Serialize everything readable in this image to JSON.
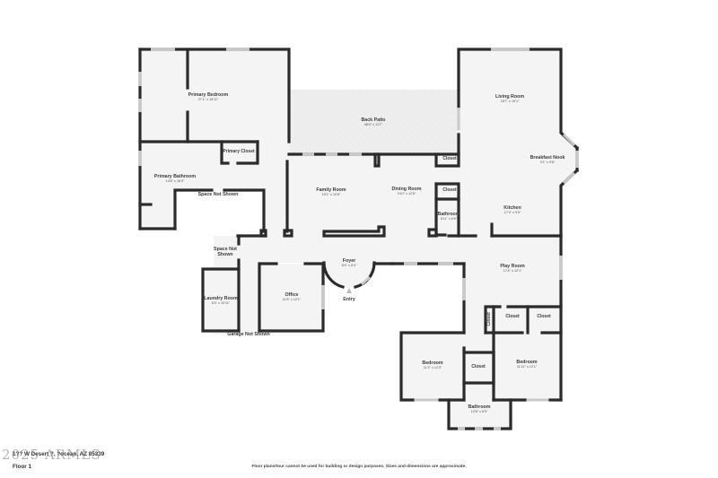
{
  "plan": {
    "floor_label": "Floor 1",
    "address_partial": "1?? W Desert ?, ?ocean, AZ 85339",
    "watermark": "2025 ARMLS",
    "disclaimer": "Floor plans/tour cannot be used for building or design purposes. Sizes and dimensions are approximate."
  },
  "rooms": {
    "primary_bedroom": {
      "name": "Primary Bedroom",
      "dims": "27'1\" x 18'11\""
    },
    "primary_closet": {
      "name": "Primary Closet"
    },
    "primary_bathroom": {
      "name": "Primary Bathroom",
      "dims": "14'8\" x 16'0\""
    },
    "space_not_shown_1": {
      "name": "Space Not Shown"
    },
    "back_patio": {
      "name": "Back Patio",
      "dims": "48'4\" x 11'7\""
    },
    "living_room": {
      "name": "Living Room",
      "dims": "18'7\" x 19'1\""
    },
    "breakfast_nook": {
      "name": "Breakfast Nook",
      "dims": "9'1\" x 9'8\""
    },
    "closet_a": {
      "name": "Closet"
    },
    "family_room": {
      "name": "Family Room",
      "dims": "15'1\" x 12'8\""
    },
    "dining_room": {
      "name": "Dining Room",
      "dims": "9'10\" x 12'8\""
    },
    "closet_b": {
      "name": "Closet"
    },
    "bathroom_1": {
      "name": "Bathroom",
      "dims": "8'11\" x 6'6\""
    },
    "kitchen": {
      "name": "Kitchen",
      "dims": "17'4\" x 9'0\""
    },
    "space_not_shown_2": {
      "name": "Space Not\nShown",
      "line1": "Space Not",
      "line2": "Shown"
    },
    "foyer": {
      "name": "Foyer",
      "dims": "8'4\" x 8'4\""
    },
    "entry": {
      "name": "Entry"
    },
    "play_room": {
      "name": "Play Room",
      "dims": "17'4\" x 12'1\""
    },
    "laundry_room": {
      "name": "Laundry Room",
      "dims": "6'3\" x 10'11\""
    },
    "office": {
      "name": "Office",
      "dims": "11'5\" x 12'1\""
    },
    "garage_not_shown": {
      "name": "Garage Not Shown"
    },
    "closet_c": {
      "name": "Closet"
    },
    "closet_d": {
      "name": "Closet"
    },
    "closet_e": {
      "name": "Closet"
    },
    "bedroom_1": {
      "name": "Bedroom",
      "dims": "11'3\" x 12'3\""
    },
    "closet_f": {
      "name": "Closet"
    },
    "bedroom_2": {
      "name": "Bedroom",
      "dims": "11'11\" x 12'1\""
    },
    "bathroom_2": {
      "name": "Bathroom",
      "dims": "10'8\" x 8'5\""
    }
  },
  "colors": {
    "wall": "#2b2b2b",
    "floor": "#f4f4f4",
    "window": "#c9c9c9"
  }
}
